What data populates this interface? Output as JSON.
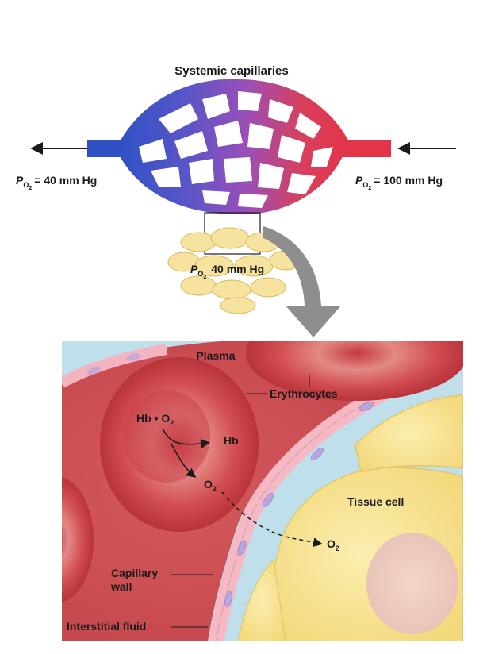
{
  "title": "Systemic capillaries",
  "left_pressure": {
    "symbol": "P",
    "subscript": "O",
    "subsub": "2",
    "value": "= 40 mm Hg"
  },
  "right_pressure": {
    "symbol": "P",
    "subscript": "O",
    "subsub": "2",
    "value": "= 100 mm Hg"
  },
  "tissue_pressure": {
    "symbol": "P",
    "subscript": "O",
    "subsub": "2",
    "value": "40 mm Hg"
  },
  "detail": {
    "plasma": "Plasma",
    "erythrocytes": "Erythrocytes",
    "hbo2_main": "Hb • O",
    "hbo2_sub": "2",
    "hb": "Hb",
    "o2_main": "O",
    "o2_sub": "2",
    "o2_tissue_main": "O",
    "o2_tissue_sub": "2",
    "tissue_cell": "Tissue cell",
    "capillary_wall_line1": "Capillary",
    "capillary_wall_line2": "wall",
    "interstitial_fluid": "Interstitial fluid"
  },
  "colors": {
    "venous_blue": "#3a5cc8",
    "arterial_red": "#e0344a",
    "plasma": "#c84a50",
    "tissue": "#f6e08c",
    "interstitial": "#bfe0ea"
  }
}
